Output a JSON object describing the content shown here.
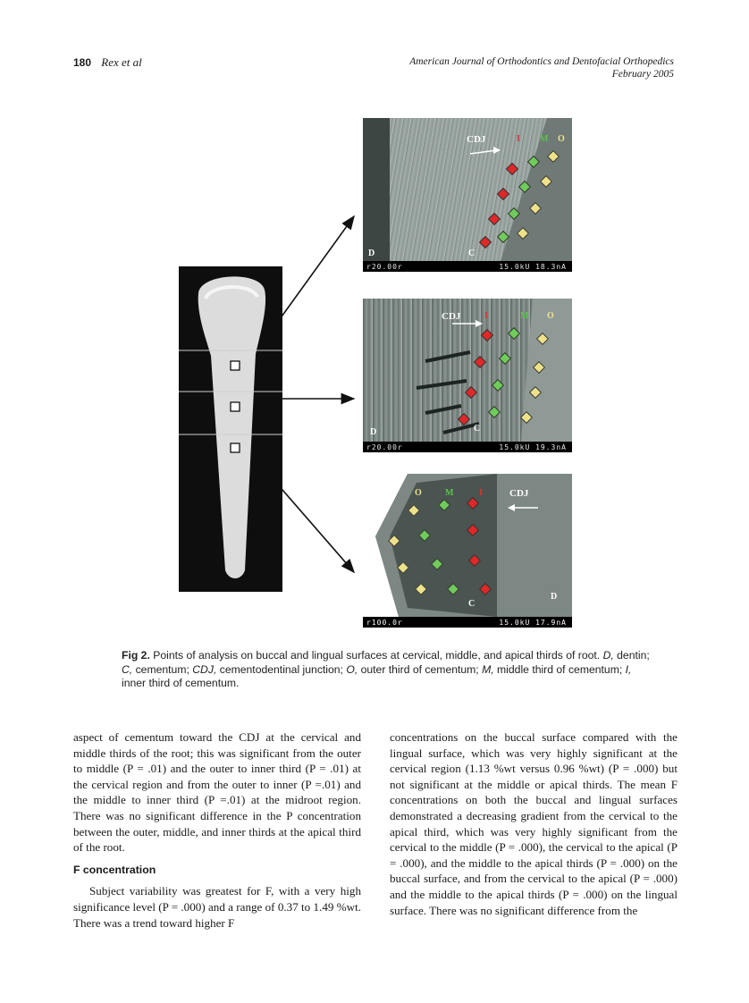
{
  "header": {
    "page_number": "180",
    "authors": "Rex et al",
    "journal": "American Journal of Orthodontics and Dentofacial Orthopedics",
    "issue": "February 2005"
  },
  "figure": {
    "micrographs": [
      {
        "cdj_label": "CDJ",
        "zone_labels": [
          "I",
          "M",
          "O"
        ],
        "dentin_label": "D",
        "cementum_label": "C",
        "scale_left": "r20.00r",
        "scale_right": "15.0kU 18.3nA"
      },
      {
        "cdj_label": "CDJ",
        "zone_labels": [
          "I",
          "M",
          "O"
        ],
        "dentin_label": "D",
        "cementum_label": "C",
        "scale_left": "r20.00r",
        "scale_right": "15.0kU 19.3nA"
      },
      {
        "cdj_label": "CDJ",
        "zone_labels": [
          "O",
          "M",
          "I"
        ],
        "dentin_label": "D",
        "cementum_label": "C",
        "scale_left": "r100.0r",
        "scale_right": "15.0kU 17.9nA"
      }
    ],
    "colors": {
      "inner": "#e02828",
      "middle": "#70cc5a",
      "outer": "#ede28a"
    }
  },
  "caption": {
    "label": "Fig 2.",
    "text_1": " Points of analysis on buccal and lingual surfaces at cervical, middle, and apical thirds of root. ",
    "d": "D,",
    "t_d": " dentin; ",
    "c": "C,",
    "t_c": " cementum; ",
    "cdj": "CDJ,",
    "t_cdj": " cementodentinal junction; ",
    "o": "O,",
    "t_o": " outer third of cementum; ",
    "m": "M,",
    "t_m": " middle third of cementum; ",
    "i": "I,",
    "t_i": " inner third of cementum."
  },
  "body": {
    "left_para_1": "aspect of cementum toward the CDJ at the cervical and middle thirds of the root; this was significant from the outer to middle (P = .01) and the outer to inner third (P = .01) at the cervical region and from the outer to inner (P =.01) and the middle to inner third (P =.01) at the midroot region. There was no significant difference in the P concentration between the outer, middle, and inner thirds at the apical third of the root.",
    "heading": "F concentration",
    "left_para_2": "Subject variability was greatest for F, with a very high significance level (P = .000) and a range of 0.37 to 1.49 %wt. There was a trend toward higher F",
    "right_para_1": "concentrations on the buccal surface compared with the lingual surface, which was very highly significant at the cervical region (1.13 %wt versus 0.96 %wt) (P = .000) but not significant at the middle or apical thirds. The mean F concentrations on both the buccal and lingual surfaces demonstrated a decreasing gradient from the cervical to the apical third, which was very highly significant from the cervical to the middle (P = .000), the cervical to the apical (P = .000), and the middle to the apical thirds (P = .000) on the buccal surface, and from the cervical to the apical (P = .000) and the middle to the apical thirds (P = .000) on the lingual surface. There was no significant difference from the"
  }
}
